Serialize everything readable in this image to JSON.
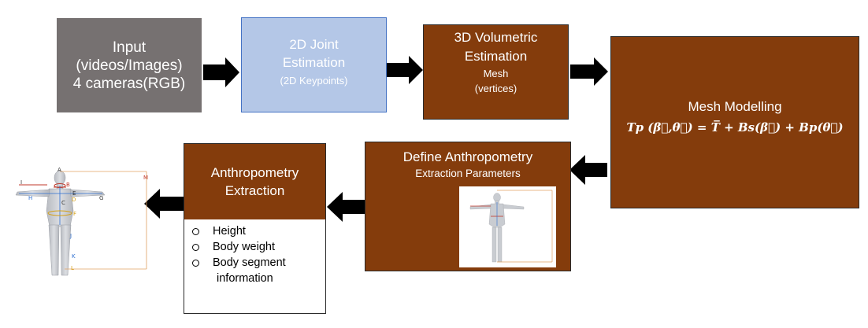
{
  "input_box": {
    "line1": "Input",
    "line2": "(videos/Images)",
    "line3": "4 cameras(RGB)",
    "fill": "#767171"
  },
  "joint_box": {
    "line1": "2D Joint",
    "line2": "Estimation",
    "sub": "(2D Keypoints)",
    "fill": "#b4c7e7"
  },
  "volumetric_box": {
    "line1": "3D Volumetric",
    "line2": "Estimation",
    "sub1": "Mesh",
    "sub2": "(vertices)"
  },
  "mesh_box": {
    "title": "Mesh Modelling",
    "formula": "Tp (β⃗,θ⃗) = T̅ + Bs(β⃗) + Bp(θ⃗)"
  },
  "define_box": {
    "title": "Define Anthropometry",
    "sub": "Extraction Parameters"
  },
  "extraction_box": {
    "line1": "Anthropometry",
    "line2": "Extraction",
    "items": [
      "Height",
      "Body weight",
      "Body segment",
      "information"
    ]
  },
  "colors": {
    "brown": "#843c0c",
    "arrow": "#000000"
  },
  "figure_labels": [
    "A",
    "B",
    "C",
    "D",
    "E",
    "F",
    "G",
    "H",
    "I",
    "J",
    "K",
    "L",
    "M"
  ]
}
